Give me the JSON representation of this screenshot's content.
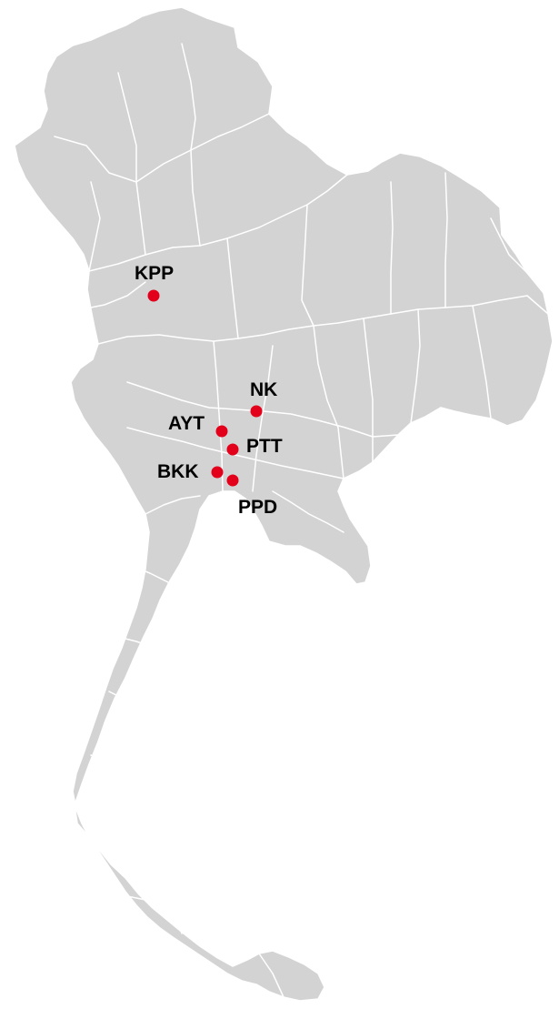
{
  "map": {
    "region": "Thailand",
    "land_color": "#d4d3d3",
    "border_color": "#ffffff",
    "marker_color": "#e3001b",
    "markers": [
      {
        "id": "kpp",
        "label": "KPP"
      },
      {
        "id": "nk",
        "label": "NK"
      },
      {
        "id": "ayt",
        "label": "AYT"
      },
      {
        "id": "ptt",
        "label": "PTT"
      },
      {
        "id": "bkk",
        "label": "BKK"
      },
      {
        "id": "ppd",
        "label": "PPD"
      }
    ]
  }
}
